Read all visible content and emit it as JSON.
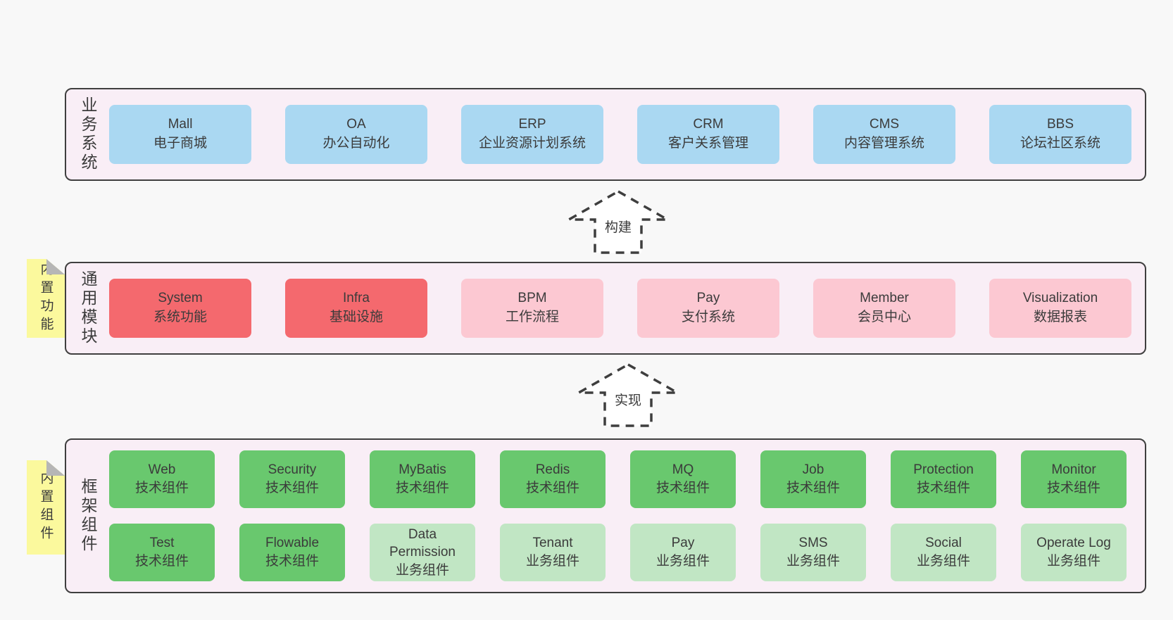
{
  "colors": {
    "blue": "#aad8f2",
    "red": "#f4696e",
    "pink": "#fcc8d2",
    "green-dark": "#69c86e",
    "green-light": "#c1e6c4",
    "sticky-yellow": "#fbf99d",
    "container-bg": "#f9eef6",
    "border": "#3f3f3f"
  },
  "arrows": [
    {
      "label": "构建"
    },
    {
      "label": "实现"
    }
  ],
  "layers": [
    {
      "label": "业务系统",
      "boxes": [
        {
          "name": "Mall",
          "sub": "电子商城"
        },
        {
          "name": "OA",
          "sub": "办公自动化"
        },
        {
          "name": "ERP",
          "sub": "企业资源计划系统"
        },
        {
          "name": "CRM",
          "sub": "客户关系管理"
        },
        {
          "name": "CMS",
          "sub": "内容管理系统"
        },
        {
          "name": "BBS",
          "sub": "论坛社区系统"
        }
      ]
    },
    {
      "label": "通用模块",
      "sticky": "内置功能",
      "boxes": [
        {
          "name": "System",
          "sub": "系统功能"
        },
        {
          "name": "Infra",
          "sub": "基础设施"
        },
        {
          "name": "BPM",
          "sub": "工作流程"
        },
        {
          "name": "Pay",
          "sub": "支付系统"
        },
        {
          "name": "Member",
          "sub": "会员中心"
        },
        {
          "name": "Visualization",
          "sub": "数据报表"
        }
      ]
    },
    {
      "label": "框架组件",
      "sticky": "内置组件",
      "rows": [
        [
          {
            "name": "Web",
            "sub": "技术组件"
          },
          {
            "name": "Security",
            "sub": "技术组件"
          },
          {
            "name": "MyBatis",
            "sub": "技术组件"
          },
          {
            "name": "Redis",
            "sub": "技术组件"
          },
          {
            "name": "MQ",
            "sub": "技术组件"
          },
          {
            "name": "Job",
            "sub": "技术组件"
          },
          {
            "name": "Protection",
            "sub": "技术组件"
          },
          {
            "name": "Monitor",
            "sub": "技术组件"
          }
        ],
        [
          {
            "name": "Test",
            "sub": "技术组件"
          },
          {
            "name": "Flowable",
            "sub": "技术组件"
          },
          {
            "name": "Data Permission",
            "sub": "业务组件"
          },
          {
            "name": "Tenant",
            "sub": "业务组件"
          },
          {
            "name": "Pay",
            "sub": "业务组件"
          },
          {
            "name": "SMS",
            "sub": "业务组件"
          },
          {
            "name": "Social",
            "sub": "业务组件"
          },
          {
            "name": "Operate Log",
            "sub": "业务组件"
          }
        ]
      ]
    }
  ]
}
